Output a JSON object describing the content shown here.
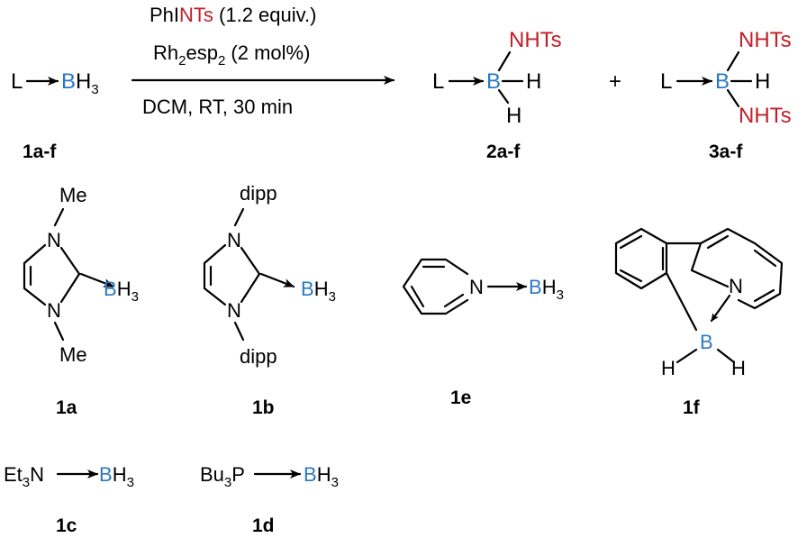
{
  "colors": {
    "boron": "#2b78c2",
    "nitrene": "#c0202a",
    "ink": "#000000"
  },
  "reaction": {
    "reactant": {
      "ligand": "L",
      "boron": "B",
      "hydride": "H",
      "hydride_sub": "3",
      "label": "1a-f"
    },
    "conditions": {
      "oxidant_prefix": "PhI",
      "oxidant_colored": "NTs",
      "oxidant_amount": " (1.2 equiv.)",
      "catalyst_a": "Rh",
      "catalyst_sub1": "2",
      "catalyst_b": "esp",
      "catalyst_sub2": "2",
      "catalyst_amount": " (2 mol%)",
      "solvent_line": "DCM, RT, 30 min"
    },
    "product_2": {
      "ligand": "L",
      "boron": "B",
      "h1": "H",
      "h2": "H",
      "amide": "NHTs",
      "label": "2a-f"
    },
    "plus": "+",
    "product_3": {
      "ligand": "L",
      "boron": "B",
      "h": "H",
      "amide_top": "NHTs",
      "amide_bottom": "NHTs",
      "label": "3a-f"
    }
  },
  "compounds": {
    "c1a": {
      "me_top": "Me",
      "me_bottom": "Me",
      "n_top": "N",
      "n_bottom": "N",
      "boron": "B",
      "hydride": "H",
      "hydride_sub": "3",
      "label": "1a"
    },
    "c1b": {
      "dipp_top": "dipp",
      "dipp_bottom": "dipp",
      "n_top": "N",
      "n_bottom": "N",
      "boron": "B",
      "hydride": "H",
      "hydride_sub": "3",
      "label": "1b"
    },
    "c1e": {
      "n": "N",
      "boron": "B",
      "hydride": "H",
      "hydride_sub": "3",
      "label": "1e"
    },
    "c1f": {
      "n": "N",
      "boron": "B",
      "h_left": "H",
      "h_right": "H",
      "label": "1f"
    },
    "c1c": {
      "amine": "Et",
      "amine_sub": "3",
      "amine_atom": "N",
      "boron": "B",
      "hydride": "H",
      "hydride_sub": "3",
      "label": "1c"
    },
    "c1d": {
      "phosphine": "Bu",
      "phosphine_sub": "3",
      "phosphine_atom": "P",
      "boron": "B",
      "hydride": "H",
      "hydride_sub": "3",
      "label": "1d"
    }
  }
}
